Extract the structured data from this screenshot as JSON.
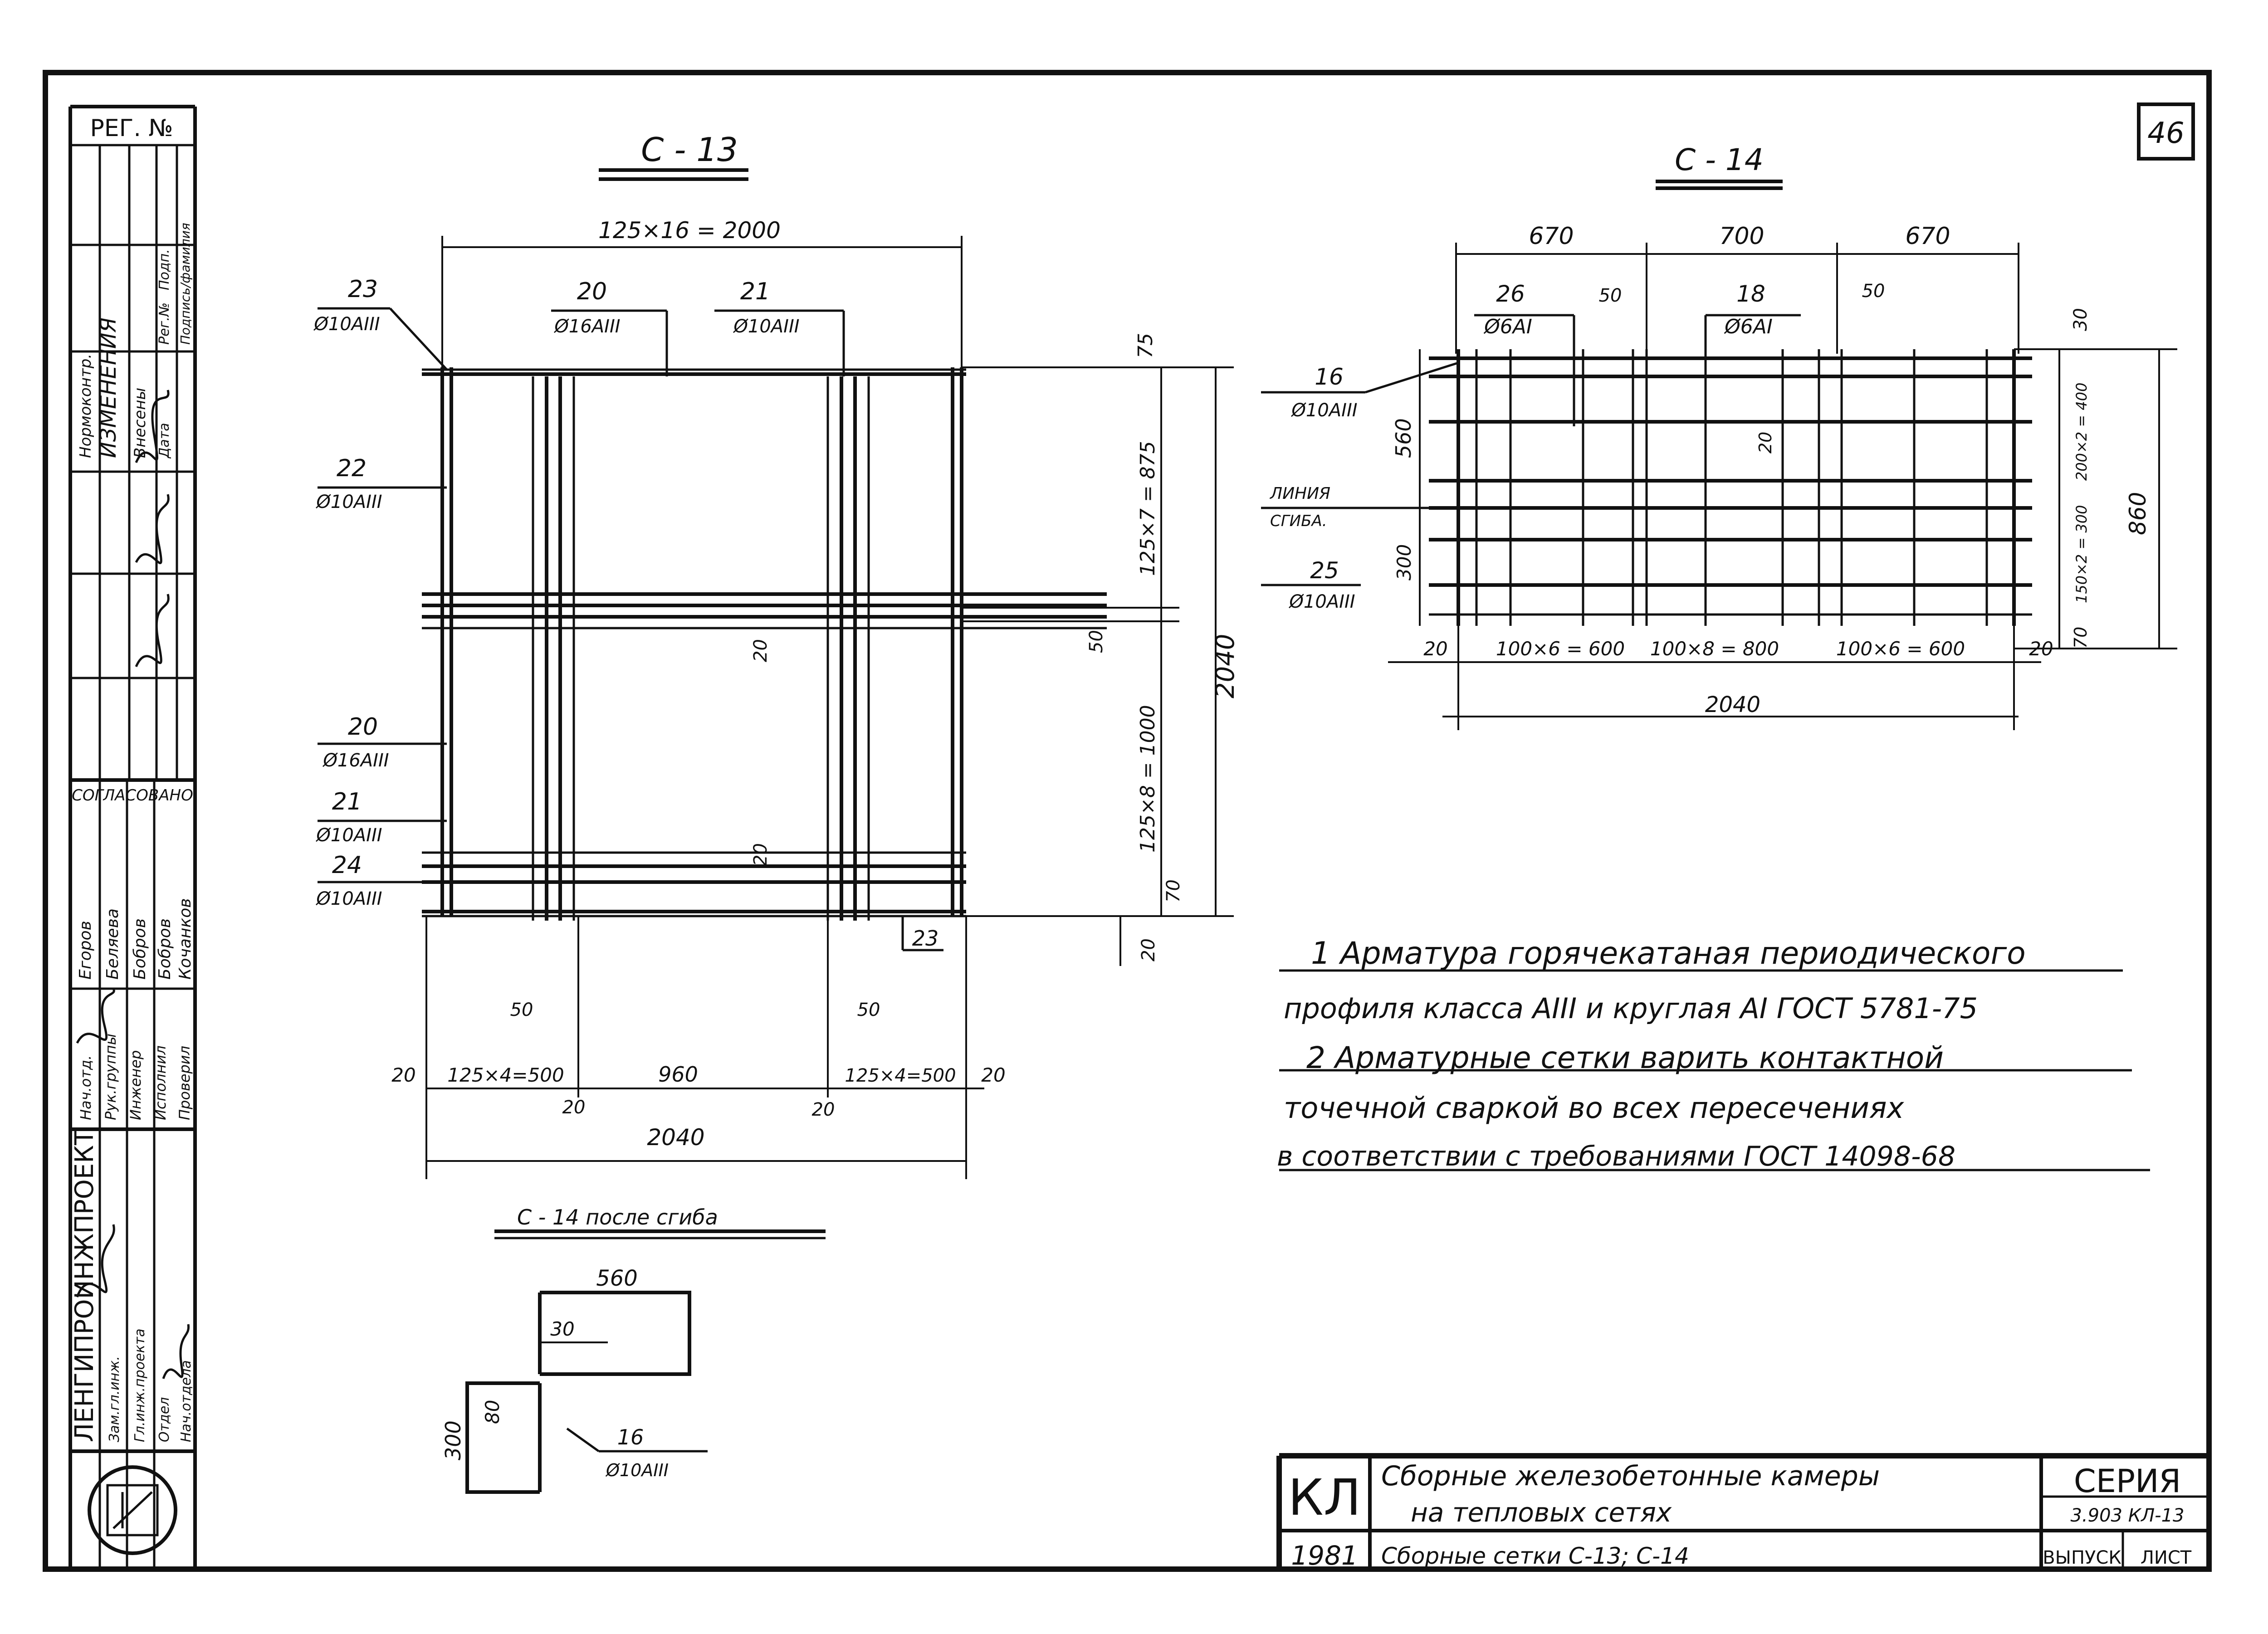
{
  "sheet_number": "46",
  "stamp": {
    "reg_label": "РЕГ. №",
    "change_header": "ИЗМЕНЕНИЯ",
    "change_cols": [
      "Нормоконтр.",
      "Внесены",
      "Дата",
      "Рег.№",
      "Подп.",
      "Подпись/фамилия"
    ],
    "agreed": "СОГЛАСОВАНО",
    "agreed_names": [
      "Егоров",
      "Беляева",
      "Бобров",
      "Бобров",
      "Кочанков"
    ],
    "roles": [
      "Нач.отд.",
      "Рук.группы",
      "Инженер",
      "Исполнил",
      "Проверил"
    ],
    "org": "ЛЕНГИПРОИНЖПРОЕКТ",
    "org_rows": [
      "Зам.гл.инж.",
      "Гл.инж.проекта",
      "Отдел",
      "Нач.отдела"
    ]
  },
  "c13": {
    "title": "С - 13",
    "top_dim": "125×16 = 2000",
    "labels": {
      "l23": "23",
      "l23_spec": "Ø10АIII",
      "l20": "20",
      "l20_spec": "Ø16АIII",
      "l21": "21",
      "l21_spec": "Ø10АIII",
      "l22": "22",
      "l22_spec": "Ø10АIII",
      "l20b": "20",
      "l20b_spec": "Ø16АIII",
      "l21b": "21",
      "l21b_spec": "Ø10АIII",
      "l24": "24",
      "l24_spec": "Ø10АIII",
      "l23b": "23"
    },
    "right_dims": {
      "d75": "75",
      "d875": "125×7 = 875",
      "d50": "50",
      "d1000": "125×8 = 1000",
      "d70": "70",
      "d20": "20",
      "d2040": "2040",
      "d20a": "20",
      "d20b": "20"
    },
    "bottom_dims": {
      "b20a": "20",
      "b500a": "125×4=500",
      "b960": "960",
      "b500b": "125×4=500",
      "b20b": "20",
      "b20c": "20",
      "b20d": "20",
      "b2040": "2040",
      "b50a": "50",
      "b50b": "50"
    }
  },
  "c14": {
    "title": "С - 14",
    "top_dims": [
      "670",
      "700",
      "670"
    ],
    "labels": {
      "l26": "26",
      "l26_spec": "Ø6АI",
      "l18": "18",
      "l18_spec": "Ø6АI",
      "l50a": "50",
      "l50b": "50",
      "l16": "16",
      "l16_spec": "Ø10АIII",
      "bend1": "ЛИНИЯ",
      "bend2": "СГИБА.",
      "l25": "25",
      "l25_spec": "Ø10АIII"
    },
    "left_dims": [
      "560",
      "300"
    ],
    "mid_dim": "20",
    "right_dims": [
      "30",
      "200×2 = 400",
      "150×2 = 300",
      "70",
      "860"
    ],
    "bottom_dims": [
      "20",
      "100×6 = 600",
      "100×8 = 800",
      "100×6 = 600",
      "20"
    ],
    "total": "2040"
  },
  "c14_bent": {
    "title": "С - 14   после   сгиба",
    "d560": "560",
    "d30": "30",
    "d300": "300",
    "d80": "80",
    "l16": "16",
    "l16_spec": "Ø10АIII"
  },
  "notes": [
    "1 Арматура горячекатаная периодического",
    "профиля класса АIII и круглая АI ГОСТ 5781-75",
    "2 Арматурные сетки варить контактной",
    "точечной сваркой во всех пересечениях",
    "в соответствии с требованиями ГОСТ 14098-68"
  ],
  "title_block": {
    "code": "КЛ",
    "title_line1": "Сборные железобетонные   камеры",
    "title_line2": "на   тепловых   сетях",
    "series_label": "СЕРИЯ",
    "series_value": "3.903   КЛ-13",
    "row2_code": "1981",
    "row2_text": "Сборные сетки   С-13; С-14",
    "issue_label": "ВЫПУСК",
    "sheet_label": "ЛИСТ"
  }
}
